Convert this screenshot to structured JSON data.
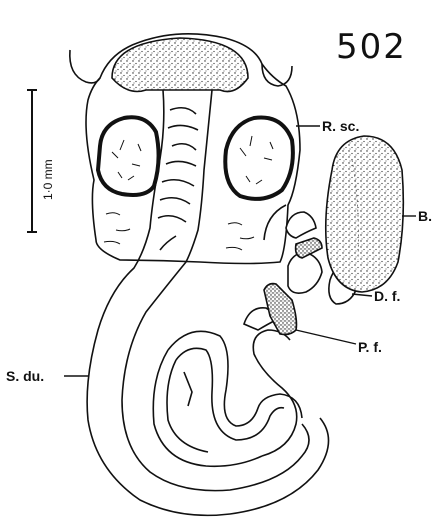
{
  "figure_number": "502",
  "scale_label": "1·0 mm",
  "labels": {
    "r_sc": "R. sc.",
    "b": "B.",
    "d_f": "D. f.",
    "p_f": "P. f.",
    "s_du": "S. du."
  }
}
